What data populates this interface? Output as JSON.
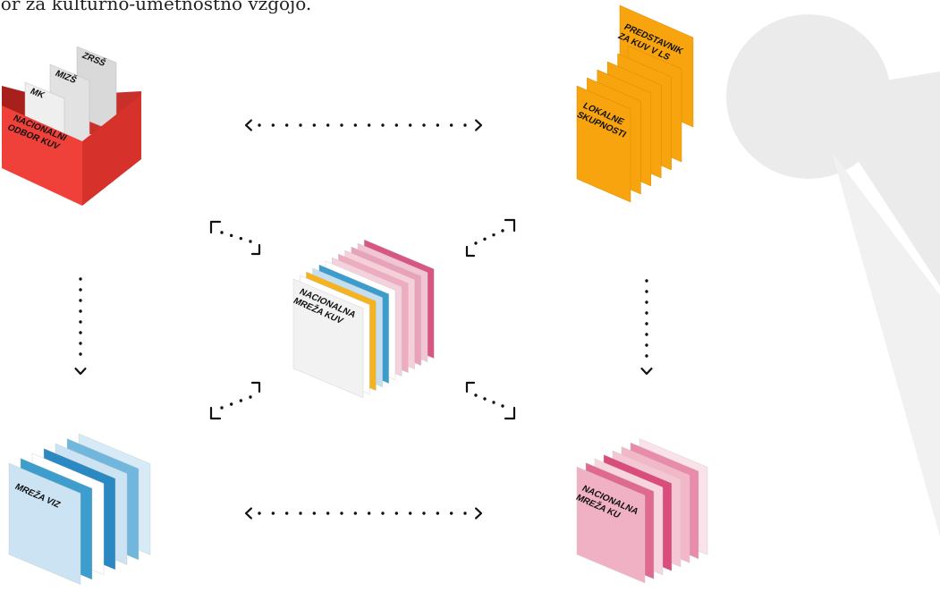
{
  "header": {
    "text": "bor za kulturno-umetnostno vzgojo."
  },
  "nodes": {
    "nacionalni_odbor": {
      "label_lines": [
        "NACIONALNI",
        "ODBOR KUV"
      ],
      "folders": [
        "MK",
        "MIZŠ",
        "ZRSŠ"
      ],
      "color": "#f0403a"
    },
    "lokalne_skupnosti": {
      "label_lines": [
        "LOKALNE",
        "SKUPNOSTI"
      ],
      "back_label_lines": [
        "PREDSTAVNIK",
        "ZA KUV V LS"
      ],
      "color": "#f7a40e"
    },
    "nacionalna_mreza_kuv": {
      "label_lines": [
        "NACIONALNA",
        "MREŽA KUV"
      ],
      "colors": [
        "#f2f2f2",
        "#ffffff",
        "#f4b31f",
        "#c5def0",
        "#3c9ccc",
        "#ffffff",
        "#f4d2dd",
        "#edacc0",
        "#f6cfd9",
        "#e8a2b9",
        "#f2c5d2",
        "#d85683"
      ]
    },
    "mreza_viz": {
      "label_lines": [
        "MREŽA VIZ"
      ],
      "colors": [
        "#cbe3f2",
        "#3d9dcd",
        "#ffffff",
        "#2a89c2",
        "#cbe3f2",
        "#71b6dd",
        "#d6ebf6"
      ]
    },
    "nacionalna_mreza_ku": {
      "label_lines": [
        "NACIONALNA",
        "MREŽA KU"
      ],
      "colors": [
        "#f1b1c4",
        "#e0698f",
        "#f7d4de",
        "#d94c7b",
        "#f5c7d4",
        "#f2b8c8",
        "#e98bab",
        "#fbe2e9"
      ]
    }
  },
  "colors": {
    "arrow": "#111111",
    "decor": "#ebebeb"
  }
}
